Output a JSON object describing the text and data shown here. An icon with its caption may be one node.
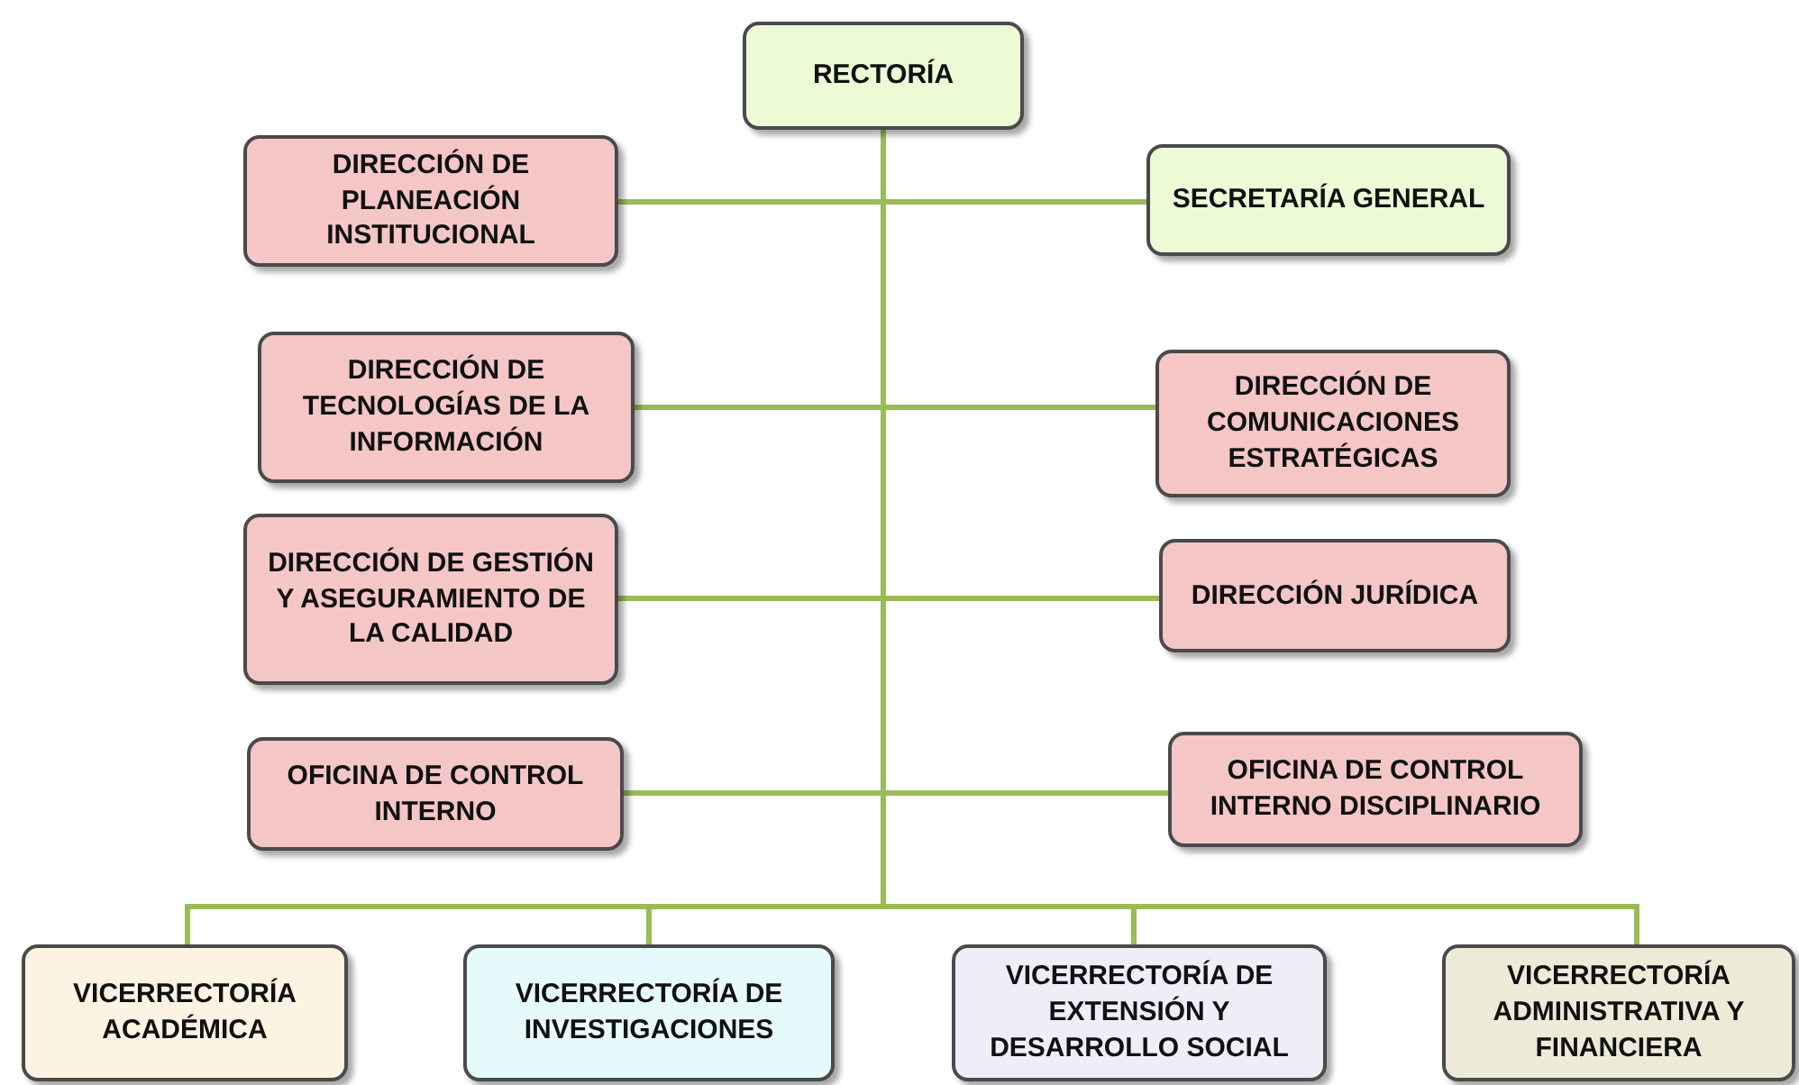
{
  "diagram": {
    "nodes": [
      {
        "text": [
          "RECTORÍA"
        ]
      },
      {
        "text": [
          "DIRECCIÓN DE PLANEACIÓN INSTITUCIONAL"
        ]
      },
      {
        "text": [
          "SECRETARÍA GENERAL"
        ]
      },
      {
        "text": [
          "DIRECCIÓN DE TECNOLOGÍAS DE LA INFORMACIÓN"
        ]
      },
      {
        "text": [
          "DIRECCIÓN DE COMUNICACIONES ESTRATÉGICAS"
        ]
      },
      {
        "text": [
          "DIRECCIÓN DE GESTIÓN Y ASEGURAMIENTO DE LA CALIDAD"
        ]
      },
      {
        "text": [
          "DIRECCIÓN JURÍDICA"
        ]
      },
      {
        "text": [
          "OFICINA DE CONTROL INTERNO"
        ]
      },
      {
        "text": [
          "OFICINA DE CONTROL INTERNO DISCIPLINARIO"
        ]
      },
      {
        "text": [
          "VICERRECTORÍA ACADÉMICA"
        ]
      },
      {
        "text": [
          "VICERRECTORÍA DE INVESTIGACIONES"
        ]
      },
      {
        "text": [
          "VICERRECTORÍA DE EXTENSIÓN Y DESARROLLO SOCIAL"
        ]
      },
      {
        "text": [
          "VICERRECTORÍA ADMINISTRATIVA Y FINANCIERA"
        ]
      }
    ],
    "edges": [
      {
        "from": 0,
        "to": 1,
        "arrow": "none"
      },
      {
        "from": 0,
        "to": 2,
        "arrow": "none"
      },
      {
        "from": 0,
        "to": 3,
        "arrow": "none"
      },
      {
        "from": 0,
        "to": 4,
        "arrow": "none"
      },
      {
        "from": 0,
        "to": 5,
        "arrow": "none"
      },
      {
        "from": 0,
        "to": 6,
        "arrow": "none"
      },
      {
        "from": 0,
        "to": 7,
        "arrow": "none"
      },
      {
        "from": 0,
        "to": 8,
        "arrow": "none"
      },
      {
        "from": 0,
        "to": 9,
        "arrow": "none"
      },
      {
        "from": 0,
        "to": 10,
        "arrow": "none"
      },
      {
        "from": 0,
        "to": 11,
        "arrow": "none"
      },
      {
        "from": 0,
        "to": 12,
        "arrow": "none"
      }
    ]
  }
}
